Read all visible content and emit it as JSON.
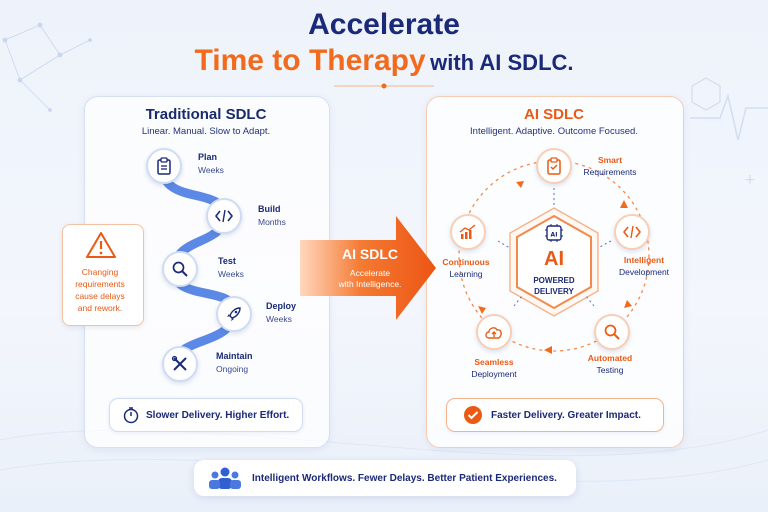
{
  "header": {
    "title_line1": "Accelerate",
    "title_highlight": "Time to Therapy",
    "title_rest": "with AI SDLC."
  },
  "traditional": {
    "title": "Traditional SDLC",
    "subtitle": "Linear. Manual. Slow to Adapt.",
    "steps": [
      {
        "name": "Plan",
        "duration": "Weeks",
        "icon": "clipboard-icon"
      },
      {
        "name": "Build",
        "duration": "Months",
        "icon": "code-icon"
      },
      {
        "name": "Test",
        "duration": "Weeks",
        "icon": "magnifier-icon"
      },
      {
        "name": "Deploy",
        "duration": "Weeks",
        "icon": "rocket-icon"
      },
      {
        "name": "Maintain",
        "duration": "Ongoing",
        "icon": "tools-icon"
      }
    ],
    "footer": "Slower Delivery. Higher Effort."
  },
  "callout": {
    "line1": "Changing",
    "line2": "requirements",
    "line3": "cause delays",
    "line4": "and rework."
  },
  "arrow": {
    "title": "AI SDLC",
    "line1": "Accelerate",
    "line2": "with Intelligence."
  },
  "ai": {
    "title": "AI SDLC",
    "subtitle": "Intelligent. Adaptive. Outcome Focused.",
    "center_title": "AI",
    "center_line1": "POWERED",
    "center_line2": "DELIVERY",
    "nodes": [
      {
        "accent": "Smart",
        "label": "Requirements",
        "icon": "checklist-icon"
      },
      {
        "accent": "Intelligent",
        "label": "Development",
        "icon": "code-icon"
      },
      {
        "accent": "Automated",
        "label": "Testing",
        "icon": "magnifier-icon"
      },
      {
        "accent": "Seamless",
        "label": "Deployment",
        "icon": "cloud-upload-icon"
      },
      {
        "accent": "Continuous",
        "label": "Learning",
        "icon": "growth-chart-icon"
      }
    ],
    "footer": "Faster Delivery. Greater Impact."
  },
  "bottom": {
    "text": "Intelligent Workflows. Fewer Delays. Better Patient Experiences."
  },
  "colors": {
    "navy": "#1b2a78",
    "orange": "#f26b1d",
    "light_blue": "#cfdcf3"
  }
}
